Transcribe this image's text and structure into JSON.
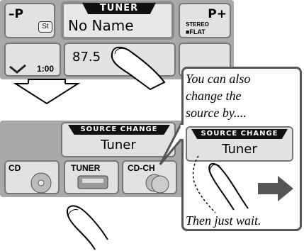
{
  "top_panel": {
    "preset_down_label": "–P",
    "preset_up_label": "P+",
    "st_badge": "St",
    "source_title": "TUNER",
    "station_name": "No Name",
    "frequency": "87.5",
    "clock": "1:00",
    "mode_line1": "STEREO",
    "mode_line2": "■FLAT"
  },
  "bottom_panel": {
    "source_change_label": "SOURCE CHANGE",
    "source_value": "Tuner",
    "sources": [
      {
        "label": "CD"
      },
      {
        "label": "TUNER"
      },
      {
        "label": "CD-CH"
      }
    ]
  },
  "callout": {
    "line1": "You can also",
    "line2": "change the",
    "line3": "source by....",
    "button_label": "SOURCE CHANGE",
    "button_value": "Tuner",
    "footer": "Then just wait."
  },
  "colors": {
    "button_fill": "#e2e2e2",
    "border": "#777777",
    "label_strip": "#111111",
    "callout_border": "#555555"
  }
}
